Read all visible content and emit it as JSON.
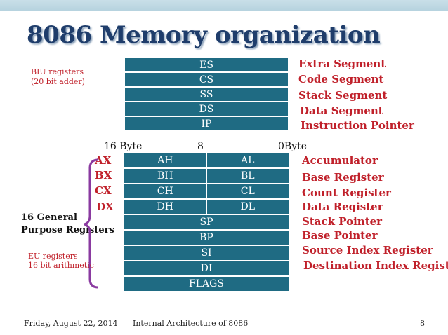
{
  "title": "8086 Memory organization",
  "biu_label": [
    "BIU registers",
    "(20 bit adder)"
  ],
  "segment_registers": [
    {
      "name": "ES",
      "desc": "Extra Segment"
    },
    {
      "name": "CS",
      "desc": "Code Segment"
    },
    {
      "name": "SS",
      "desc": "Stack Segment"
    },
    {
      "name": "DS",
      "desc": "Data Segment"
    },
    {
      "name": "IP",
      "desc": "Instruction Pointer"
    }
  ],
  "scale": {
    "left": "16 Byte",
    "mid": "8",
    "right": "0Byte"
  },
  "general_registers": [
    {
      "pair": "AX",
      "high": "AH",
      "low": "AL",
      "desc": "Accumulator"
    },
    {
      "pair": "BX",
      "high": "BH",
      "low": "BL",
      "desc": "Base Register"
    },
    {
      "pair": "CX",
      "high": "CH",
      "low": "CL",
      "desc": "Count Register"
    },
    {
      "pair": "DX",
      "high": "DH",
      "low": "DL",
      "desc": "Data Register"
    }
  ],
  "pointer_registers": [
    {
      "name": "SP",
      "desc": "Stack Pointer"
    },
    {
      "name": "BP",
      "desc": "Base Pointer"
    },
    {
      "name": "SI",
      "desc": "Source Index Register"
    },
    {
      "name": "DI",
      "desc": "Destination Index Register"
    },
    {
      "name": "FLAGS",
      "desc": ""
    }
  ],
  "general_purpose_label": [
    "16 General",
    "Purpose Registers"
  ],
  "eu_label": [
    "EU registers",
    "16 bit arithmetic"
  ],
  "footer": {
    "date": "Friday, August 22, 2014",
    "topic": "Internal Architecture of 8086",
    "page": "8"
  },
  "colors": {
    "register_fill": "#1f6b83",
    "label_red": "#c0202a",
    "title_blue": "#1f3d6b",
    "brace_purple": "#8a3aa0"
  }
}
